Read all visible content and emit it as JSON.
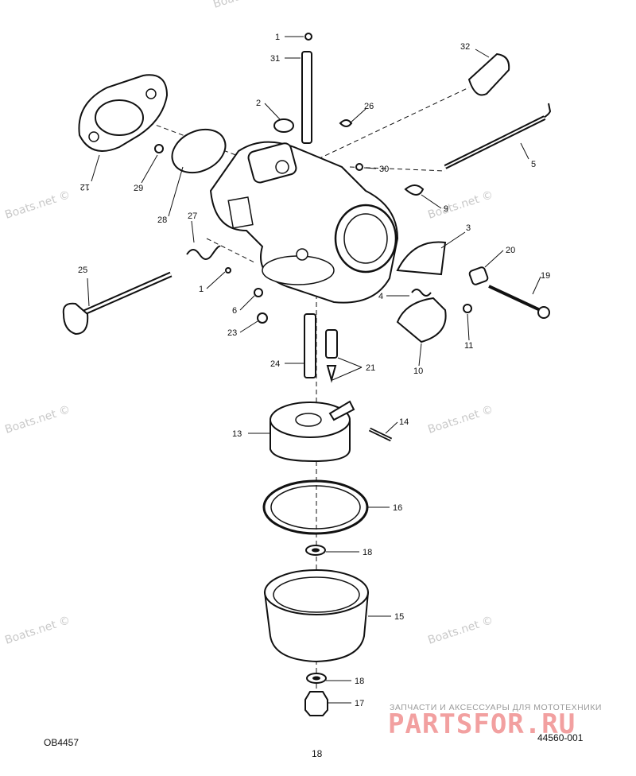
{
  "watermarks": [
    "Boats.net ©",
    "Boats.net ©",
    "Boats.net ©",
    "Boats.net ©",
    "Boats.net ©",
    "Boats.net ©",
    "Boats.net ©"
  ],
  "callouts": [
    "1",
    "31",
    "2",
    "26",
    "32",
    "5",
    "30",
    "12",
    "29",
    "28",
    "27",
    "9",
    "3",
    "20",
    "19",
    "25",
    "1",
    "6",
    "4",
    "23",
    "11",
    "10",
    "24",
    "21",
    "14",
    "13",
    "16",
    "18",
    "15",
    "18",
    "17"
  ],
  "footer": {
    "diagram_code": "OB4457",
    "page_number": "18",
    "part_ref": "44560-001"
  },
  "brand": {
    "caption": "ЗАПЧАСТИ И АКСЕССУАРЫ ДЛЯ МОТОТЕХНИКИ",
    "logo": "PARTSFOR.RU"
  }
}
